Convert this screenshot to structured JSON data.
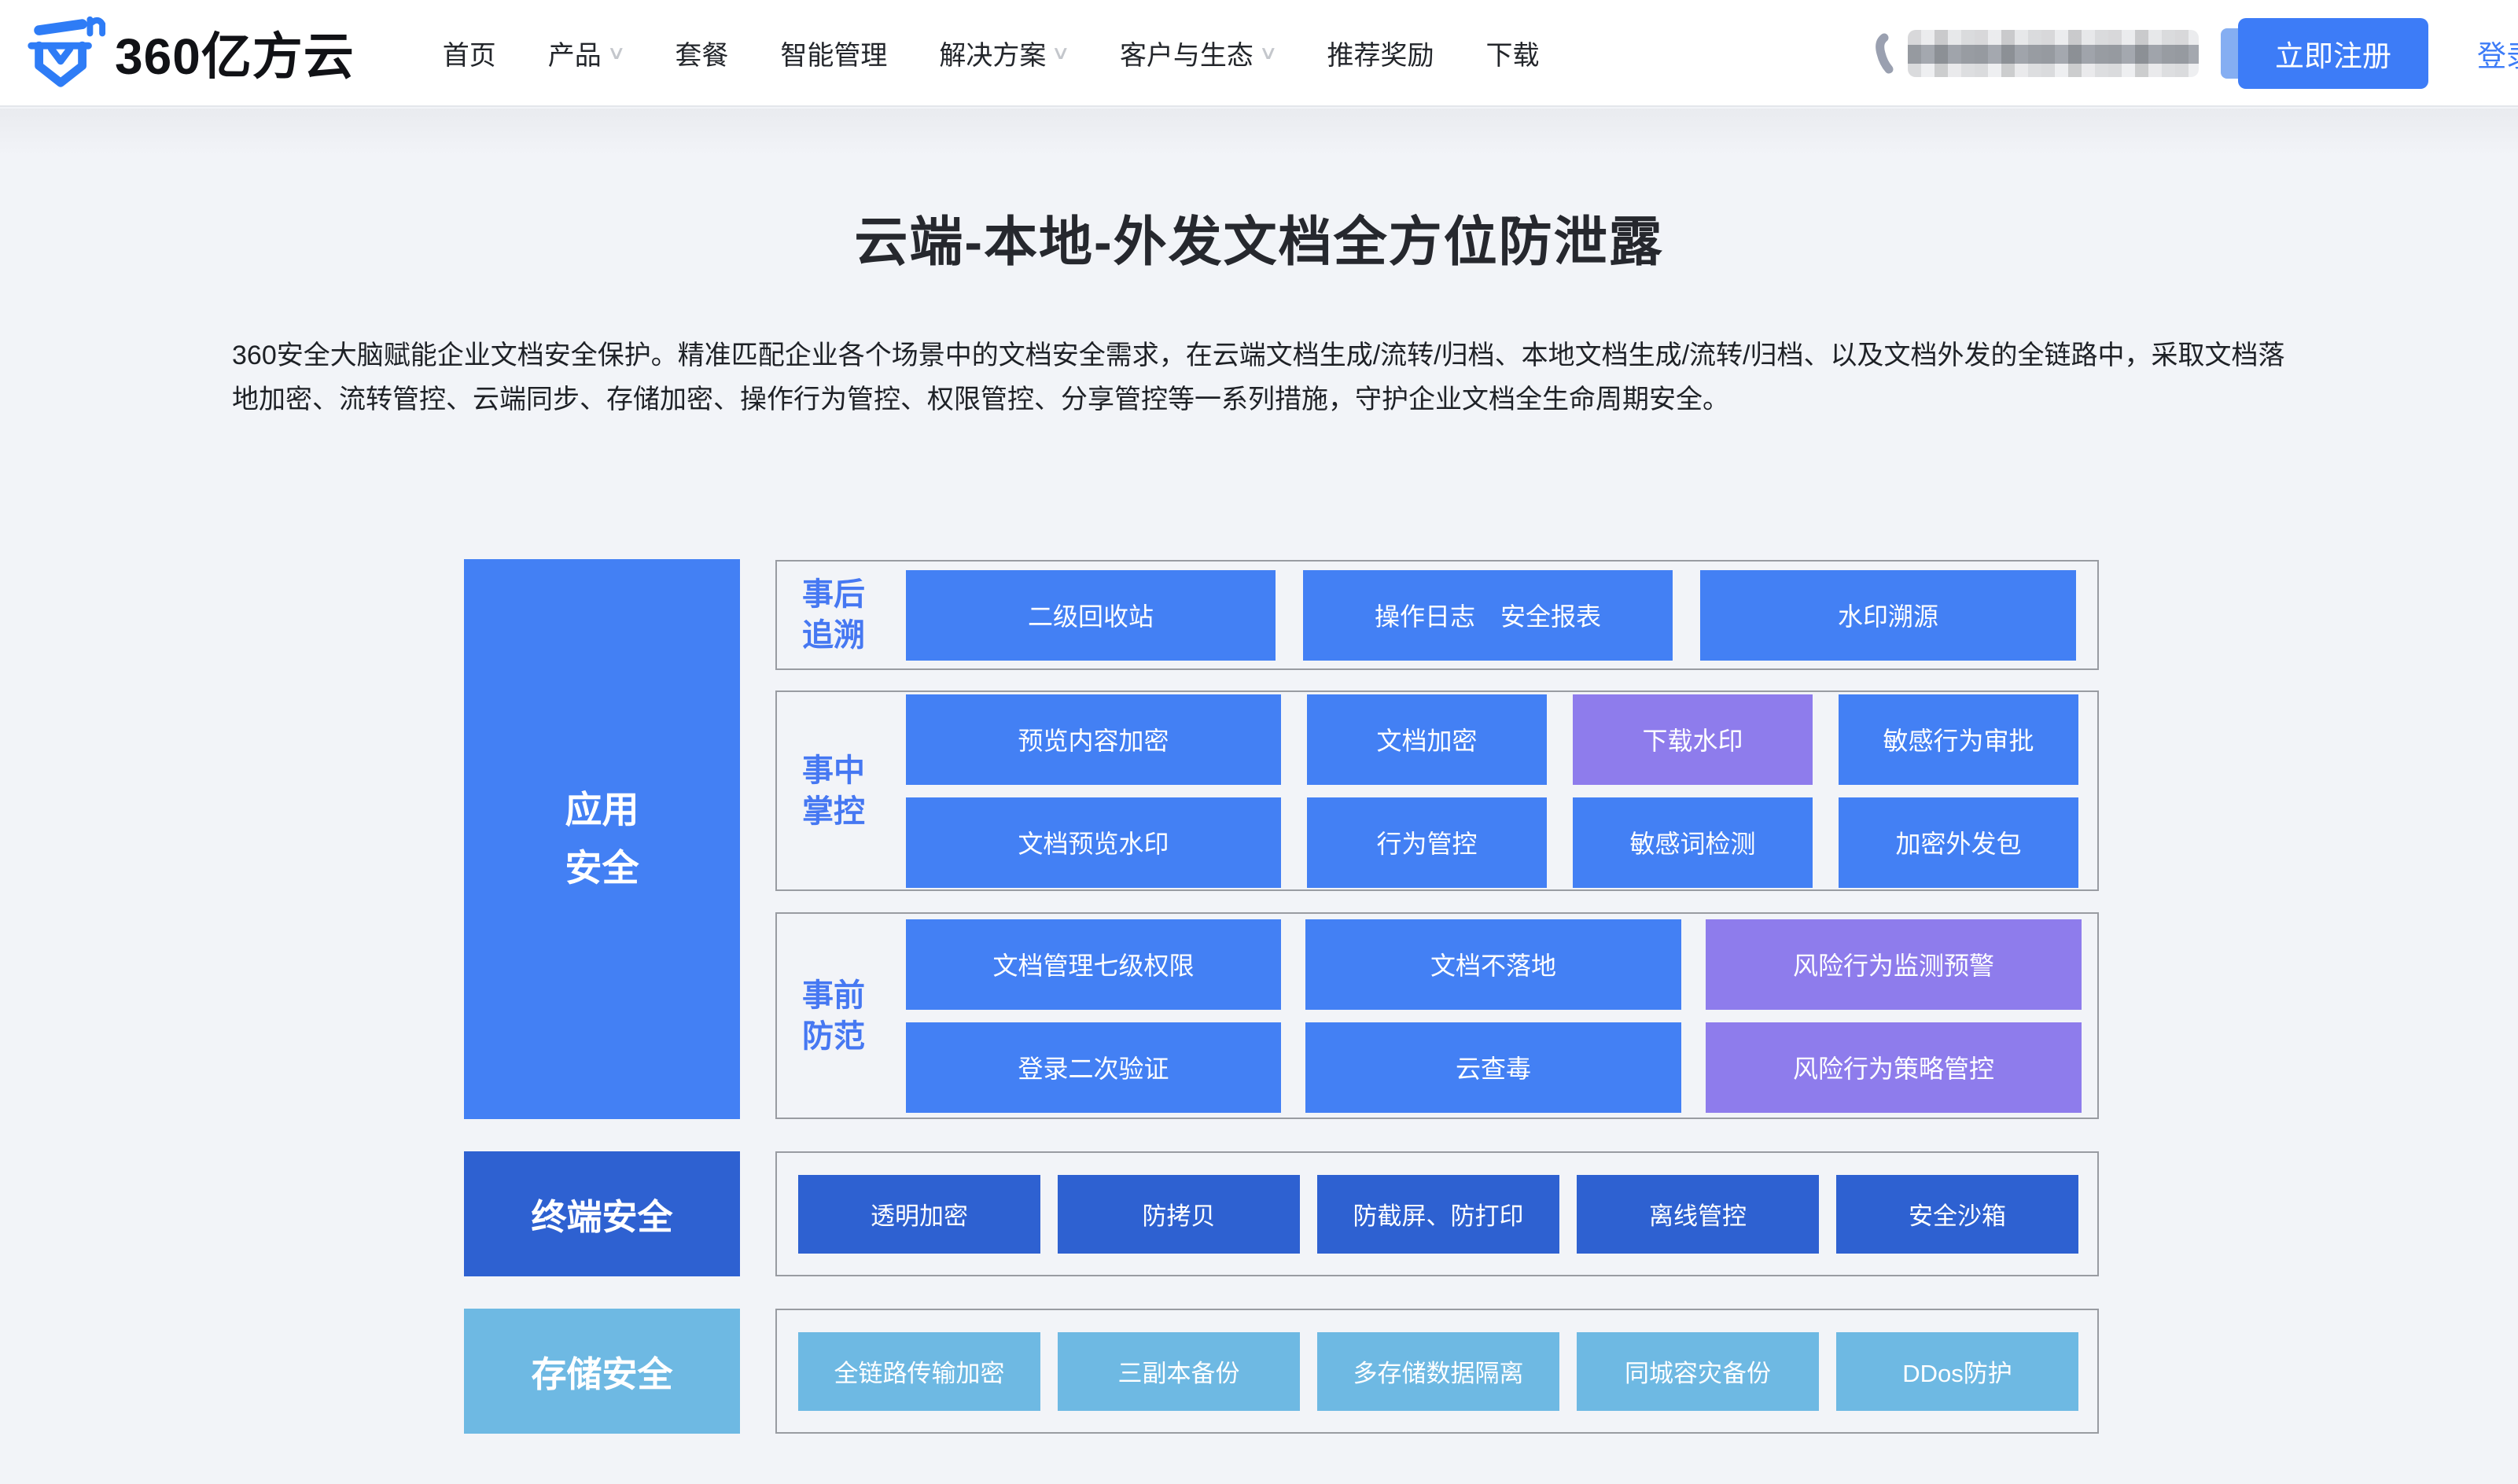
{
  "header": {
    "logo": {
      "text": "360亿方云",
      "icon": "shield-pen-logo"
    },
    "nav": [
      {
        "label": "首页",
        "chevron": false
      },
      {
        "label": "产品",
        "chevron": true
      },
      {
        "label": "套餐",
        "chevron": false
      },
      {
        "label": "智能管理",
        "chevron": false
      },
      {
        "label": "解决方案",
        "chevron": true
      },
      {
        "label": "客户与生态",
        "chevron": true
      },
      {
        "label": "推荐奖励",
        "chevron": false
      },
      {
        "label": "下载",
        "chevron": false
      }
    ],
    "chevron_glyph": "∨",
    "register_button": "立即注册",
    "login_link": "登录"
  },
  "hero": {
    "title": "云端-本地-外发文档全方位防泄露",
    "description": "360安全大脑赋能企业文档安全保护。精准匹配企业各个场景中的文档安全需求，在云端文档生成/流转/归档、本地文档生成/流转/归档、以及文档外发的全链路中，采取文档落地加密、流转管控、云端同步、存储加密、操作行为管控、权限管控、分享管控等一系列措施，守护企业文档全生命周期安全。"
  },
  "diagram": {
    "categories": [
      {
        "label": "应用\n安全",
        "theme": "primary"
      },
      {
        "label": "终端安全",
        "theme": "dark"
      },
      {
        "label": "存储安全",
        "theme": "light"
      }
    ],
    "rows": [
      {
        "label": "事后追溯",
        "lines": [
          [
            {
              "label": "二级回收站"
            },
            {
              "label": "操作日志　安全报表"
            },
            {
              "label": "水印溯源"
            }
          ]
        ]
      },
      {
        "label": "事中掌控",
        "lines": [
          [
            {
              "label": "预览内容加密"
            },
            {
              "label": "文档加密"
            },
            {
              "label": "下载水印",
              "accent": "purple"
            },
            {
              "label": "敏感行为审批"
            }
          ],
          [
            {
              "label": "文档预览水印"
            },
            {
              "label": "行为管控"
            },
            {
              "label": "敏感词检测"
            },
            {
              "label": "加密外发包"
            }
          ]
        ]
      },
      {
        "label": "事前防范",
        "lines": [
          [
            {
              "label": "文档管理七级权限"
            },
            {
              "label": "文档不落地"
            },
            {
              "label": "风险行为监测预警",
              "accent": "purple"
            }
          ],
          [
            {
              "label": "登录二次验证"
            },
            {
              "label": "云查毒"
            },
            {
              "label": "风险行为策略管控",
              "accent": "purple"
            }
          ]
        ]
      },
      {
        "label": "",
        "lines": [
          [
            {
              "label": "透明加密"
            },
            {
              "label": "防拷贝"
            },
            {
              "label": "防截屏、防打印"
            },
            {
              "label": "离线管控"
            },
            {
              "label": "安全沙箱"
            }
          ]
        ]
      },
      {
        "label": "",
        "lines": [
          [
            {
              "label": "全链路传输加密"
            },
            {
              "label": "三副本备份"
            },
            {
              "label": "多存储数据隔离"
            },
            {
              "label": "同城容灾备份"
            },
            {
              "label": "DDos防护"
            }
          ]
        ]
      }
    ]
  },
  "colors": {
    "primary_blue": "#4380F4",
    "dark_blue": "#2E61D1",
    "light_blue": "#6EB9E3",
    "purple": "#8E7CEC",
    "label_blue": "#4678F2",
    "register_blue": "#3D7CF7",
    "page_background": "#F2F4F8"
  }
}
